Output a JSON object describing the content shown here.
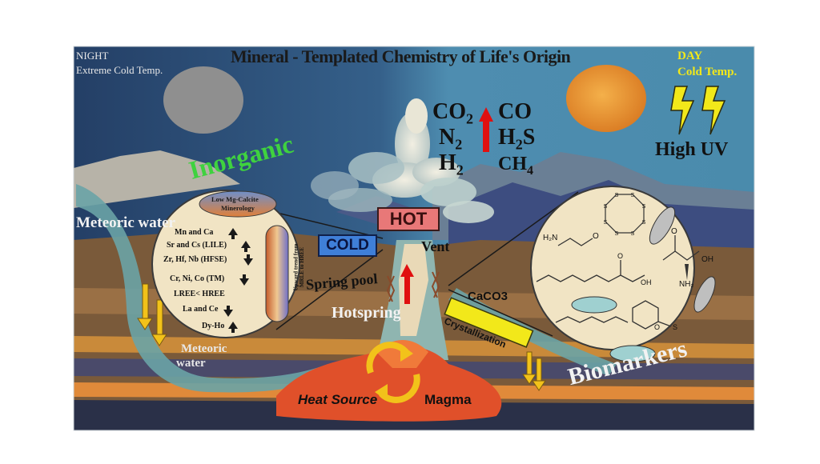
{
  "title": "Mineral - Templated Chemistry of Life's Origin",
  "night": {
    "label": "NIGHT",
    "temp": "Extreme Cold Temp."
  },
  "day": {
    "label": "DAY",
    "temp": "Cold Temp."
  },
  "gases": {
    "row1_left_base": "CO",
    "row1_left_sub": "2",
    "row1_right": "CO",
    "row2_left_base": "N",
    "row2_left_sub": "2",
    "row2_right_a": "H",
    "row2_right_sub": "2",
    "row2_right_b": "S",
    "row3_left_base": "H",
    "row3_left_sub": "2",
    "row3_right_base": "CH",
    "row3_right_sub": "4"
  },
  "high_uv": "High UV",
  "inorganic": "Inorganic",
  "hot": "HOT",
  "cold": "COLD",
  "vent": "Vent",
  "spring_pool": "Spring pool",
  "hotspring": "Hotspring",
  "caco3": "CaCO3",
  "crystallization": "Crystallization",
  "biomarkers": "Biomarkers",
  "meteoric_water_top": "Meteoric water",
  "meteoric_water_bottom_1": "Meteoric",
  "meteoric_water_bottom_2": "water",
  "heat_source": "Heat Source",
  "magma": "Magma",
  "inorganic_circle": {
    "header_1": "Low Mg-Calcite",
    "header_2": "Minerology",
    "items": [
      "Mn and Ca",
      "Sr and Cs (LILE)",
      "Zr, Hf, Nb (HFSE)",
      "Cr, Ni, Co (TM)",
      "LREE< HREE",
      "La and Ce",
      "Dy-Ho"
    ],
    "trend_1": "Upward trend from",
    "trend_2": "MRLE to HREE"
  },
  "molecules": {
    "amide_label": "H₂N",
    "acid_label": "OH",
    "amino_n": "NH₂",
    "amino_oh": "OH",
    "s_atom": "S",
    "o_atom": "O"
  },
  "colors": {
    "sky_night": "#2a4a73",
    "sky_day": "#4d8fb0",
    "sun": "#e8963a",
    "moon": "#8f8f8f",
    "magma": "#e0502a",
    "inorganic_green": "#3fd23f",
    "hot_box": "#e87878",
    "cold_box": "#3f7fd8",
    "arrow_red": "#e01010",
    "arrow_yellow": "#f2c21a"
  }
}
